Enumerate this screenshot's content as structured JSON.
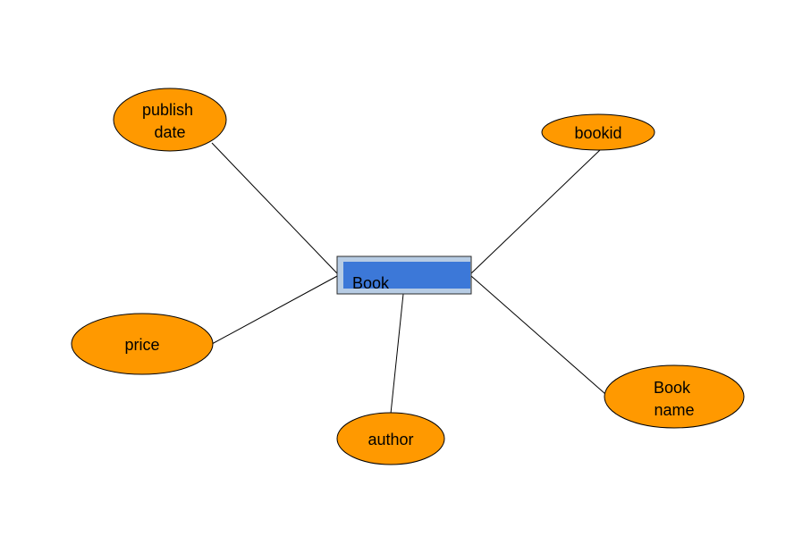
{
  "diagram": {
    "entity": {
      "name": "Book",
      "color": "#3c78d8",
      "outline_color": "#b7cce4"
    },
    "attributes": [
      {
        "id": "publish-date",
        "lines": [
          "publish",
          "date"
        ]
      },
      {
        "id": "bookid",
        "lines": [
          "bookid"
        ]
      },
      {
        "id": "price",
        "lines": [
          "price"
        ]
      },
      {
        "id": "author",
        "lines": [
          "author"
        ]
      },
      {
        "id": "book-name",
        "lines": [
          "Book",
          "name"
        ]
      }
    ],
    "attribute_color": "#ff9900",
    "line_color": "#000000"
  }
}
